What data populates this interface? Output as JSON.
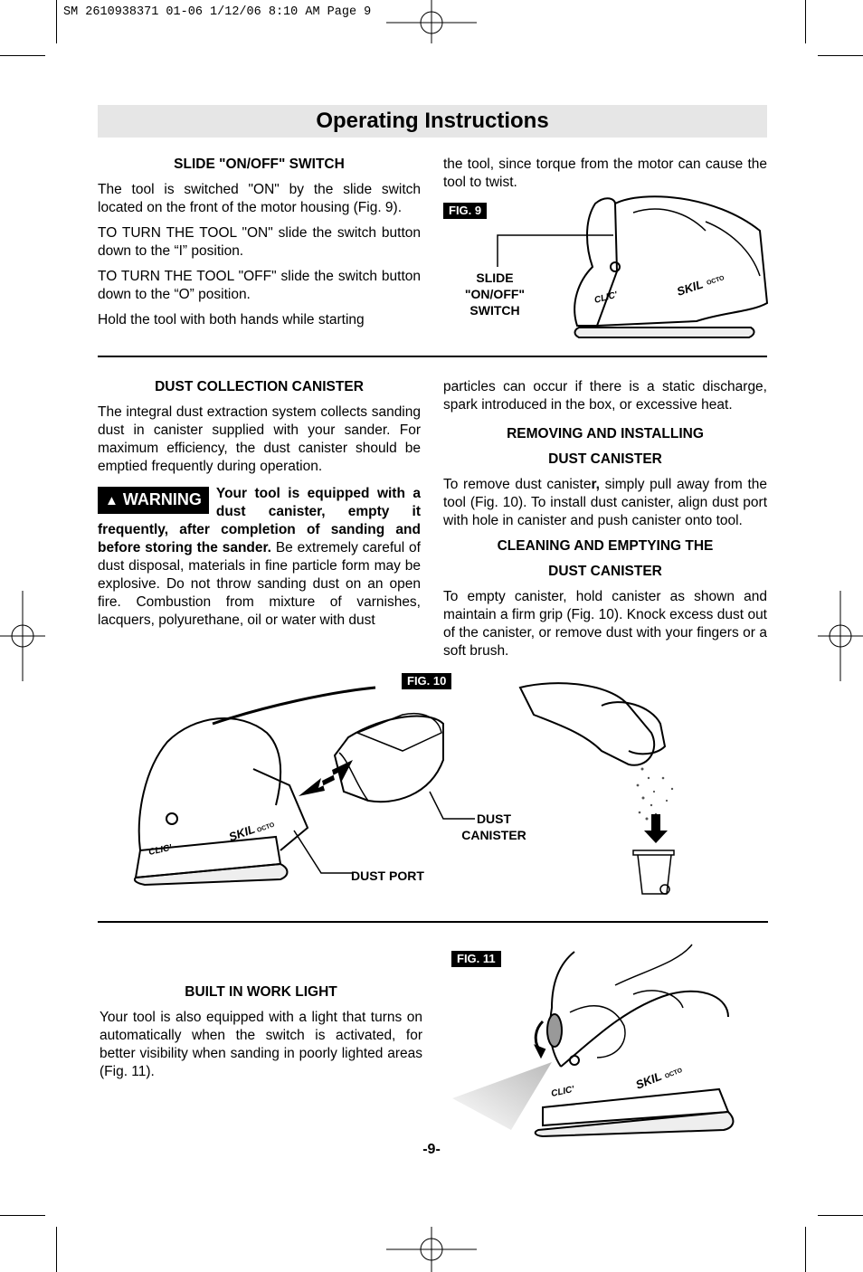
{
  "header_slug": "SM 2610938371 01-06  1/12/06  8:10 AM  Page 9",
  "title": "Operating Instructions",
  "slide_switch": {
    "heading": "SLIDE \"ON/OFF\" SWITCH",
    "p1": "The tool is switched \"ON\" by the slide switch located on the front of the motor housing (Fig. 9).",
    "p2": "TO TURN THE TOOL \"ON\" slide the switch button down to the “I” position.",
    "p3": "TO TURN THE TOOL \"OFF\" slide the switch button down to the “O” position.",
    "p4": "Hold the tool with both hands while starting",
    "p4_cont": "the tool, since torque from the motor can cause the tool to twist."
  },
  "fig9": {
    "label": "FIG. 9",
    "callout_line1": "SLIDE",
    "callout_line2": "\"ON/OFF\"",
    "callout_line3": "SWITCH",
    "brand": "SKIL",
    "brand_sub": "OCTO",
    "clic": "CLIC'"
  },
  "dust_collection": {
    "heading": "DUST COLLECTION CANISTER",
    "p1": "The integral dust extraction system collects sanding dust in canister supplied with your sander. For maximum efficiency, the dust canister should be emptied frequently during operation.",
    "warning_label": "WARNING",
    "warning_bold": "Your tool is equipped with a dust canister, empty it frequently, after completion of sanding and before storing the sander.",
    "warning_rest": " Be extremely careful of dust disposal, materials in fine particle form may be explosive.  Do not throw sanding dust on an open fire. Combustion from mixture of varnishes, lacquers, polyurethane, oil or water with dust",
    "warning_cont": "particles can occur if there is a static discharge, spark introduced in the box, or excessive heat."
  },
  "removing": {
    "heading1": "REMOVING AND INSTALLING",
    "heading2": "DUST CANISTER",
    "pre": "To remove dust caniste",
    "bold_r": "r,",
    "post": " simply pull away from the tool (Fig. 10). To install dust canister, align dust port with hole in canister and push canister onto tool."
  },
  "cleaning": {
    "heading1": "CLEANING AND EMPTYING THE",
    "heading2": "DUST CANISTER",
    "text": "To empty canister, hold canister as shown and maintain a firm grip (Fig. 10). Knock excess dust out of the canister, or remove dust with your fingers or a soft brush."
  },
  "fig10": {
    "label": "FIG. 10",
    "callout_canister_line1": "DUST",
    "callout_canister_line2": "CANISTER",
    "callout_port": "DUST PORT",
    "brand": "SKIL",
    "brand_sub": "OCTO",
    "clic": "CLIC'"
  },
  "work_light": {
    "heading": "BUILT IN WORK LIGHT",
    "text": "Your tool is also equipped with a light that turns on automatically when the switch is activated, for better visibility when sanding in poorly lighted areas (Fig. 11)."
  },
  "fig11": {
    "label": "FIG. 11",
    "brand": "SKIL",
    "brand_sub": "OCTO",
    "clic": "CLIC'"
  },
  "page_number": "-9-"
}
